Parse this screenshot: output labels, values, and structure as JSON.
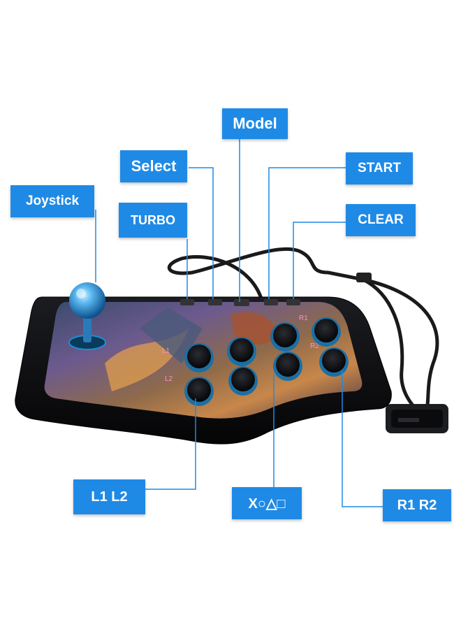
{
  "labels": {
    "model": "Model",
    "select": "Select",
    "start": "START",
    "joystick": "Joystick",
    "turbo": "TURBO",
    "clear": "CLEAR",
    "l1l2": "L1 L2",
    "face": "X○△□",
    "r1r2": "R1 R2"
  },
  "panel_text": {
    "l1": "L1",
    "l2": "L2",
    "r1": "R1",
    "r2": "R2"
  },
  "colors": {
    "callout": "#1f8ae6",
    "body": "#0d0d10",
    "button_ring": "#2a9ad6",
    "ball": "#3fa7e8"
  }
}
